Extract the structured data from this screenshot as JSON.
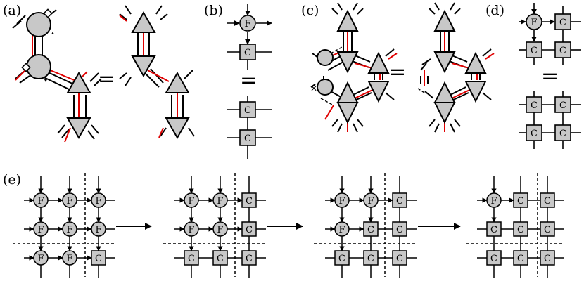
{
  "panels": {
    "a": "(a)",
    "b": "(b)",
    "c": "(c)",
    "d": "(d)",
    "e": "(e)"
  },
  "symbols": {
    "equals": "=",
    "f_node": "F",
    "c_node": "C"
  },
  "colors": {
    "node_fill": "#c8c8c8",
    "line": "#000000",
    "highlight": "#e00000"
  }
}
